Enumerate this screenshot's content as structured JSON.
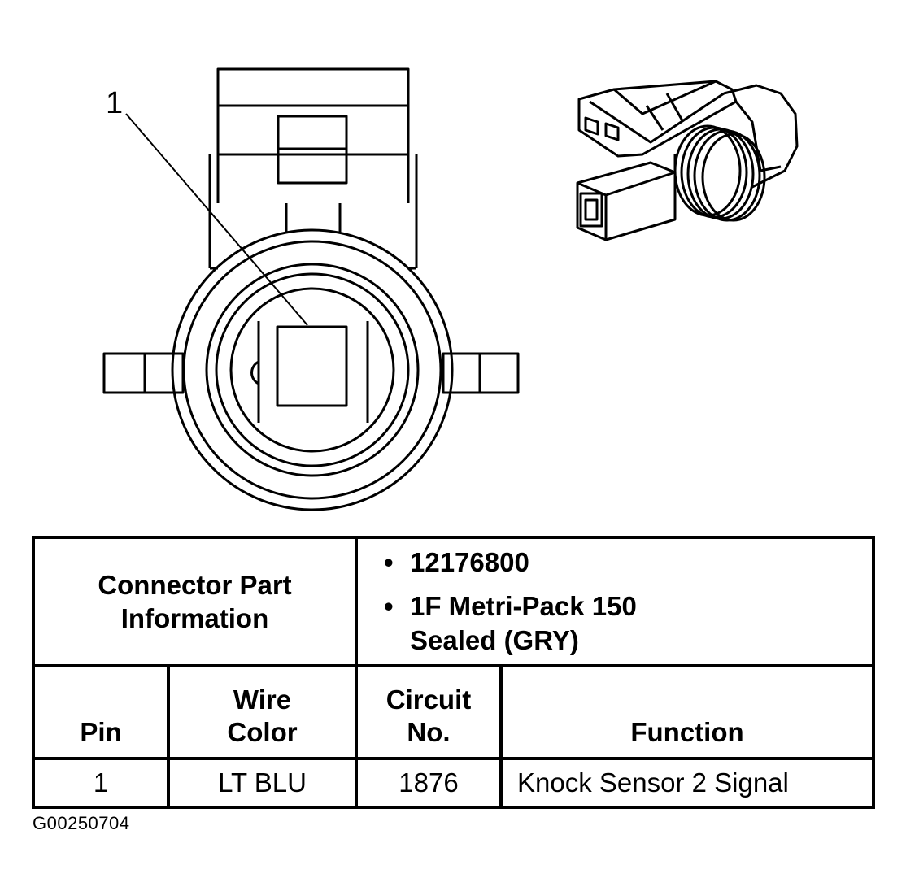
{
  "diagram": {
    "pin_callout": "1"
  },
  "connector_info": {
    "label_line1": "Connector Part",
    "label_line2": "Information",
    "bullets": [
      {
        "text": "12176800"
      },
      {
        "text_line1": "1F Metri-Pack 150",
        "text_line2": "Sealed (GRY)"
      }
    ],
    "bullet_glyph": "•"
  },
  "columns": {
    "pin": "Pin",
    "wire_line1": "Wire",
    "wire_line2": "Color",
    "circuit_line1": "Circuit",
    "circuit_line2": "No.",
    "function": "Function"
  },
  "rows": [
    {
      "pin": "1",
      "wire_color": "LT BLU",
      "circuit": "1876",
      "function": "Knock Sensor 2 Signal"
    }
  ],
  "figure_id": "G00250704",
  "colors": {
    "ink": "#000000",
    "paper": "#ffffff"
  }
}
